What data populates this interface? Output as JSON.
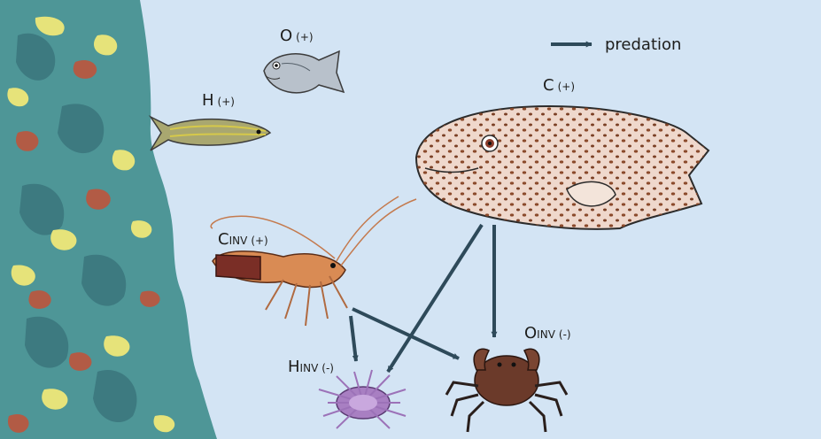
{
  "legend": {
    "label": "predation",
    "arrow_color": "#2e4a5a"
  },
  "colors": {
    "water": "#d3e4f4",
    "rock": "#4e9697",
    "rock_dark": "#3d7a80",
    "algae_yellow": "#e6e37a",
    "algae_red": "#b25b45",
    "arrow": "#2e4a5a"
  },
  "nodes": [
    {
      "id": "O",
      "main": "O",
      "sign": "(+)",
      "organism": "seabream"
    },
    {
      "id": "H",
      "main": "H",
      "sign": "(+)",
      "organism": "salema"
    },
    {
      "id": "C",
      "main": "C",
      "sign": "(+)",
      "organism": "grouper"
    },
    {
      "id": "CINV",
      "main": "C",
      "smallcaps": "INV",
      "sign": "(+)",
      "organism": "spiny-lobster"
    },
    {
      "id": "HINV",
      "main": "H",
      "smallcaps": "INV",
      "sign": "(-)",
      "organism": "sea-urchin"
    },
    {
      "id": "OINV",
      "main": "O",
      "smallcaps": "INV",
      "sign": "(-)",
      "organism": "crab"
    }
  ],
  "edges": [
    {
      "from": "C",
      "to": "HINV"
    },
    {
      "from": "C",
      "to": "OINV"
    },
    {
      "from": "CINV",
      "to": "HINV"
    },
    {
      "from": "CINV",
      "to": "OINV"
    }
  ]
}
